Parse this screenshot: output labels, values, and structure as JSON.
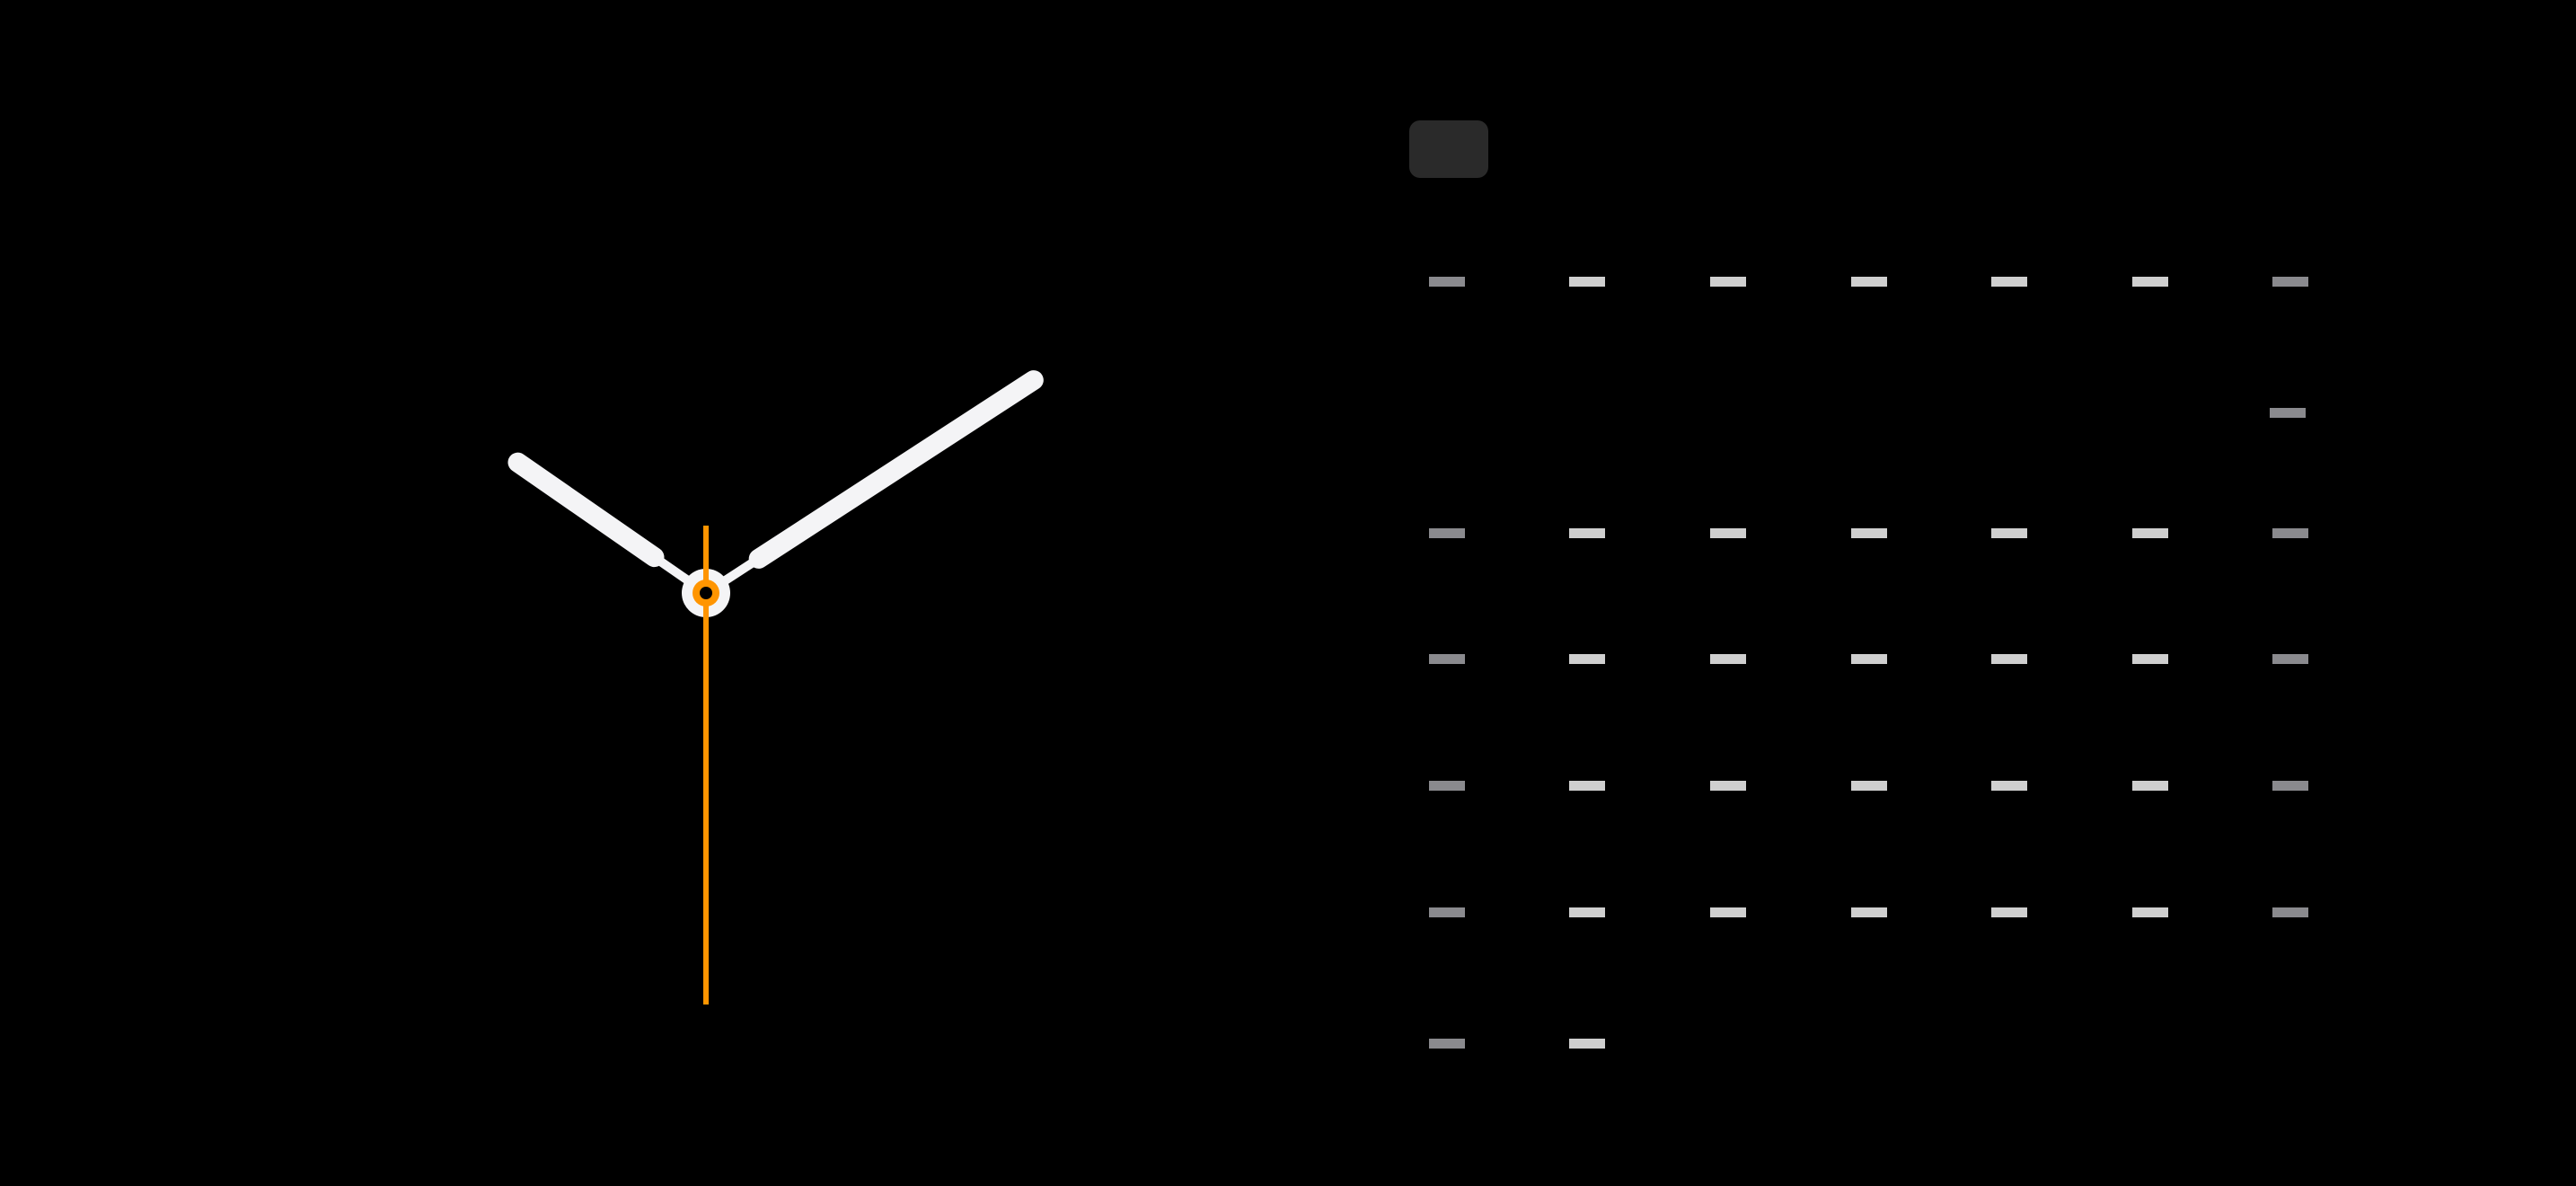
{
  "clock": {
    "time": {
      "hours": 10,
      "minutes": 9,
      "seconds": 30
    },
    "colors": {
      "hands": "#f4f4f6",
      "second_hand": "#ff9500",
      "background": "#000000"
    }
  },
  "calendar": {
    "weekday_count": 7,
    "first_day_column": 6,
    "days_in_month": 31,
    "colors": {
      "weekday": "#cfcfcf",
      "weekend": "#8a8a8e",
      "button": "#2a2a2a"
    }
  }
}
